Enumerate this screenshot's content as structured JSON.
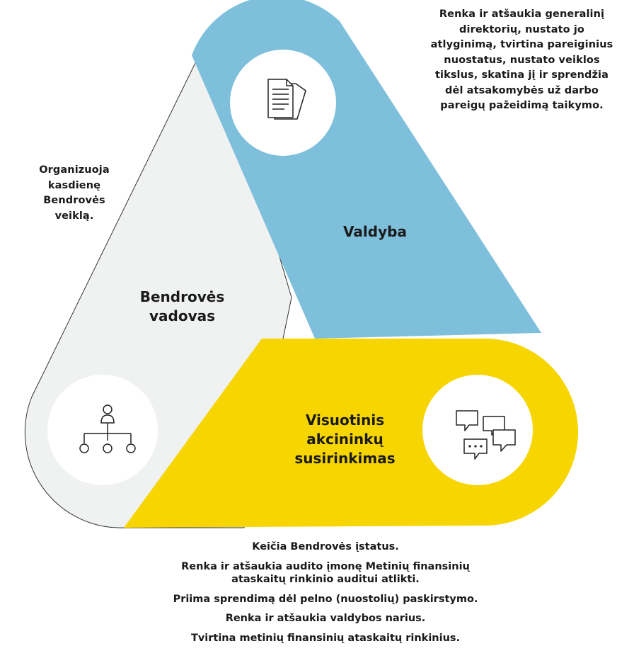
{
  "colors": {
    "board": "#7ebfdb",
    "assembly": "#f7d500",
    "director": "#f0f2f2",
    "outline": "#333333",
    "circle": "#ffffff"
  },
  "board": {
    "title": "Valdyba",
    "icon": "documents-icon",
    "description": "Renka ir atšaukia generalinį direktorių, nustato jo atlyginimą, tvirtina pareiginius nuostatus, nustato veiklos tikslus, skatina jį ir sprendžia dėl atsakomybės už darbo pareigų pažeidimą taikymo."
  },
  "director": {
    "title_line1": "Bendrovės",
    "title_line2": "vadovas",
    "icon": "org-chart-icon",
    "description": "Organizuoja kasdienę Bendrovės veiklą."
  },
  "assembly": {
    "title_line1": "Visuotinis",
    "title_line2": "akcininkų",
    "title_line3": "susirinkimas",
    "icon": "chat-bubbles-icon",
    "duties": [
      "Keičia Bendrovės įstatus.",
      "Renka ir atšaukia audito įmonę Metinių finansinių ataskaitų rinkinio auditui atlikti.",
      "Priima sprendimą dėl pelno (nuostolių) paskirstymo.",
      "Renka ir atšaukia valdybos narius.",
      "Tvirtina metinių finansinių ataskaitų rinkinius."
    ]
  }
}
